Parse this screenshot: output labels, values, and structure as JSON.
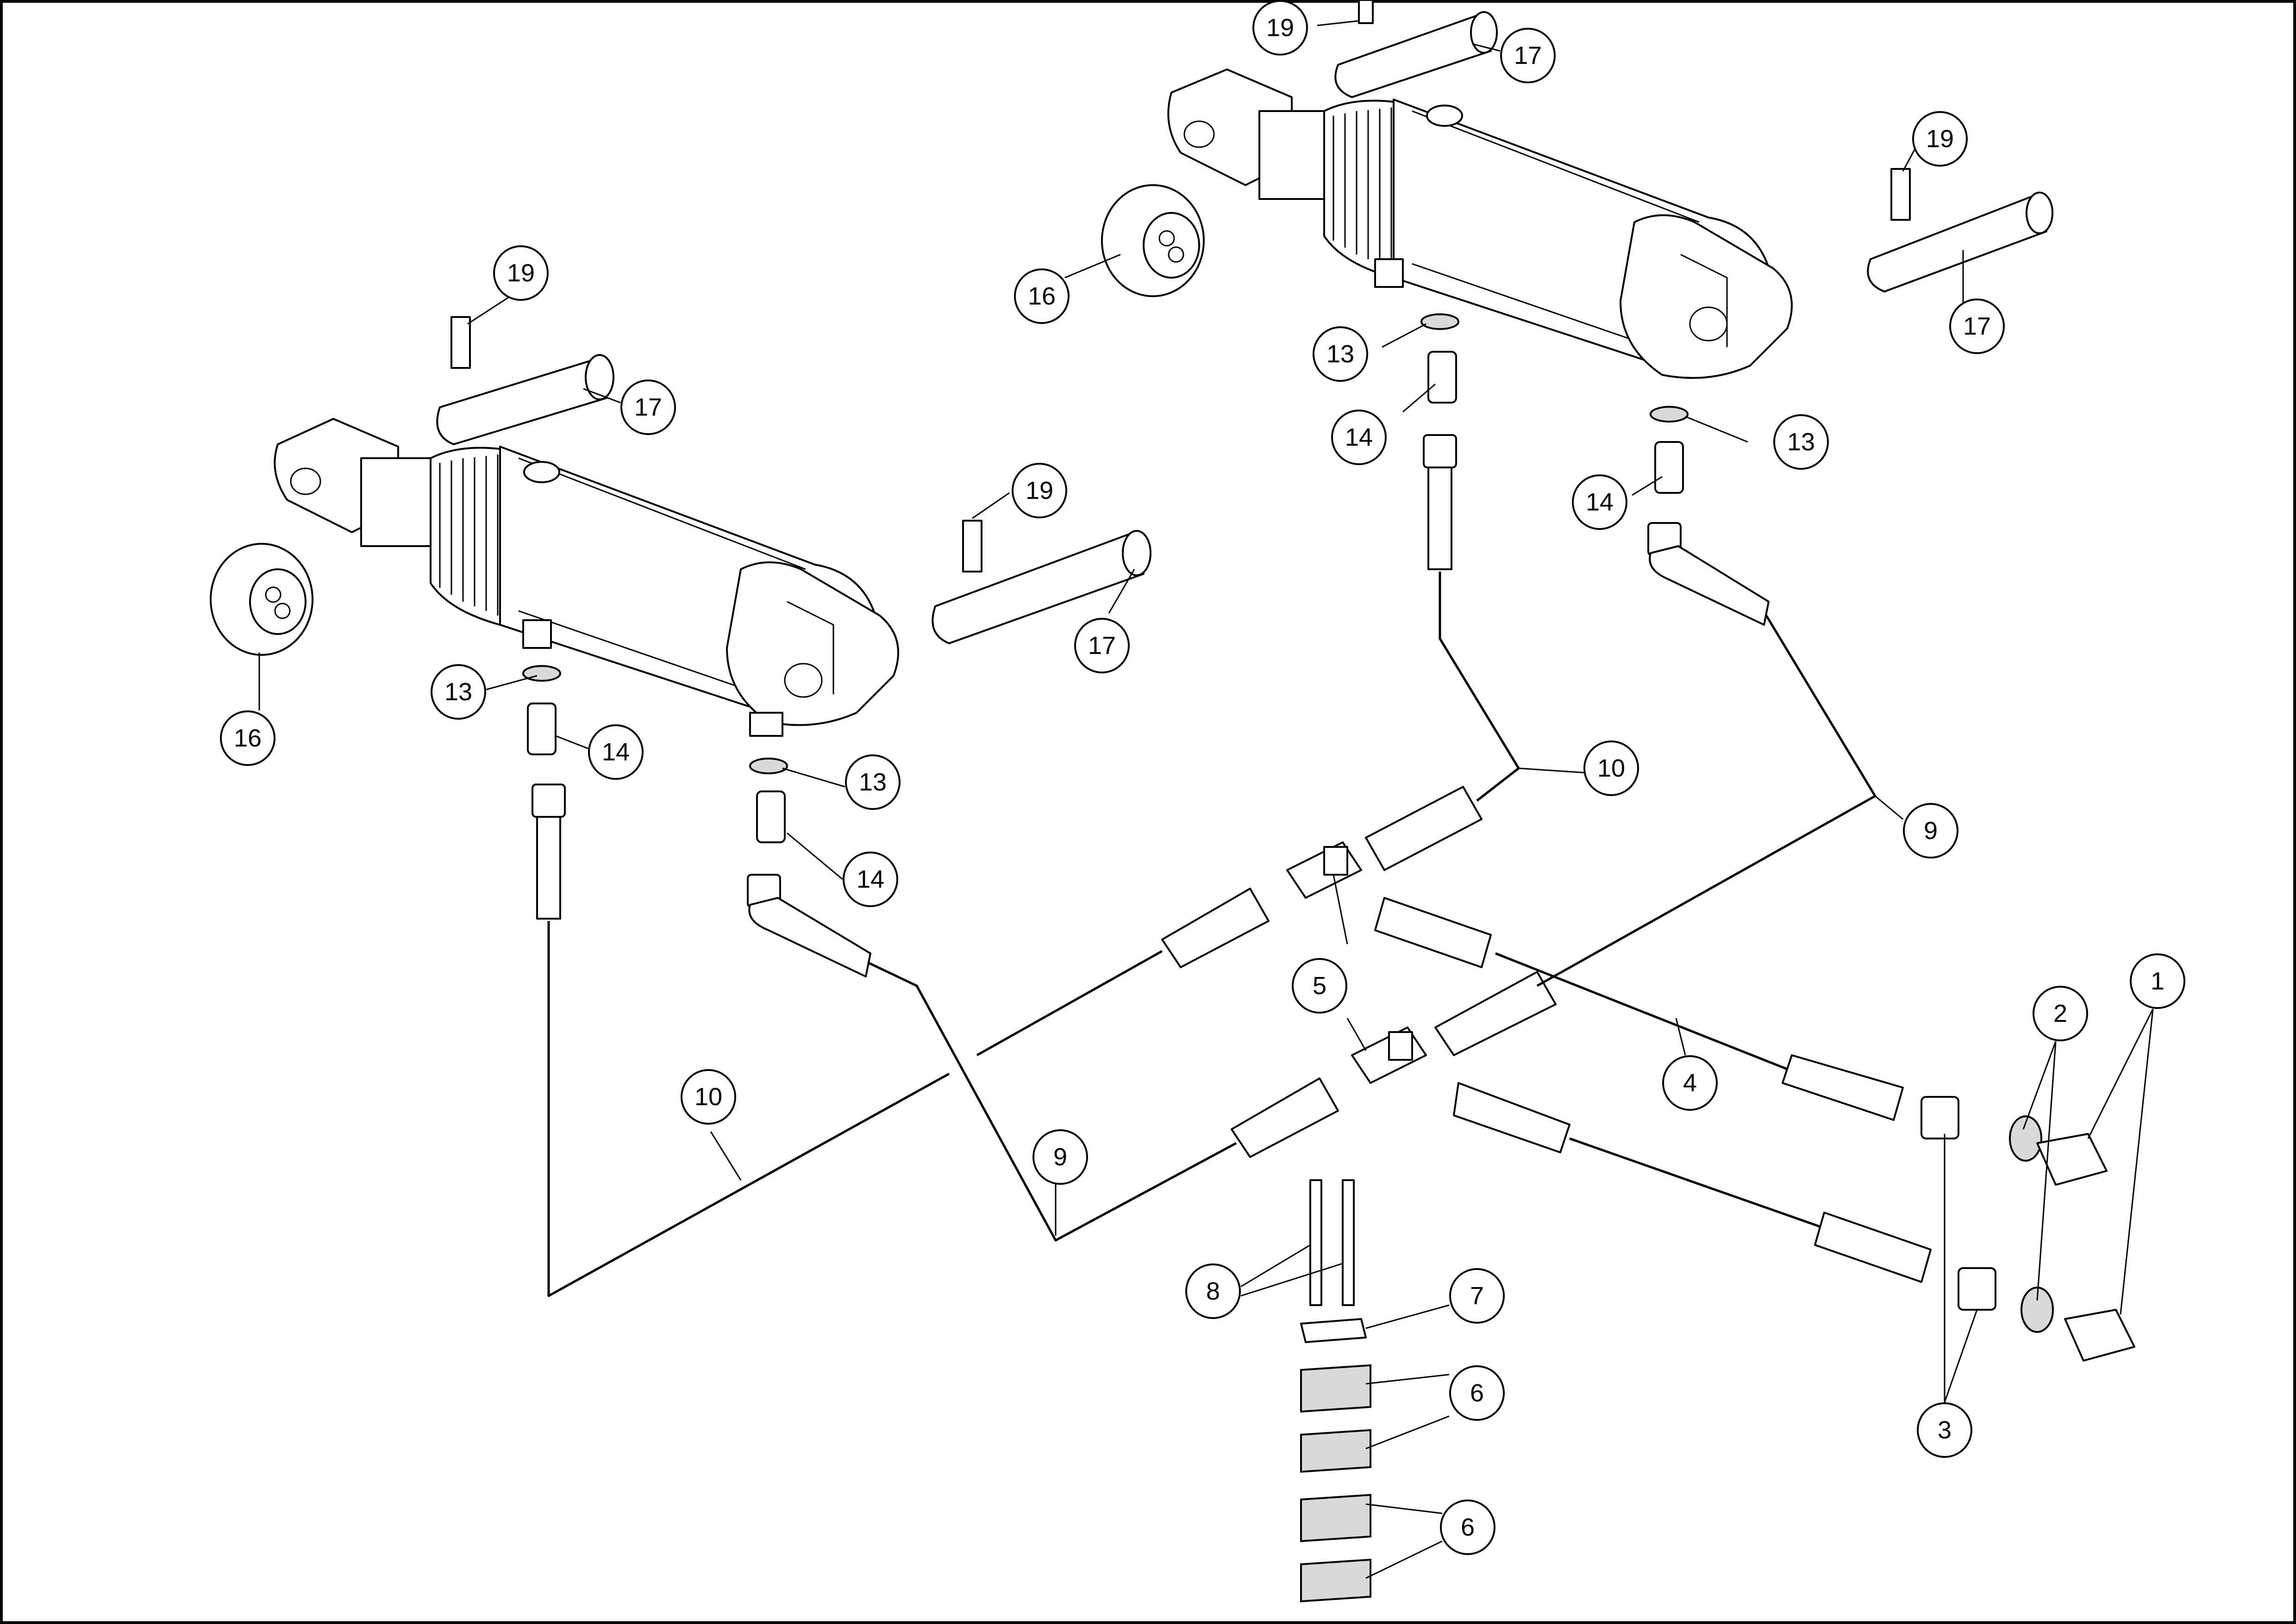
{
  "drawing": {
    "type": "exploded-parts-diagram",
    "background": "#ffffff",
    "line_color": "#000000"
  },
  "balloons": [
    {
      "id": "b1",
      "label": "1"
    },
    {
      "id": "b2",
      "label": "2"
    },
    {
      "id": "b3",
      "label": "3"
    },
    {
      "id": "b4",
      "label": "4"
    },
    {
      "id": "b5",
      "label": "5"
    },
    {
      "id": "b6a",
      "label": "6"
    },
    {
      "id": "b6b",
      "label": "6"
    },
    {
      "id": "b7",
      "label": "7"
    },
    {
      "id": "b8",
      "label": "8"
    },
    {
      "id": "b9a",
      "label": "9"
    },
    {
      "id": "b9b",
      "label": "9"
    },
    {
      "id": "b10a",
      "label": "10"
    },
    {
      "id": "b10b",
      "label": "10"
    },
    {
      "id": "b13a",
      "label": "13"
    },
    {
      "id": "b13b",
      "label": "13"
    },
    {
      "id": "b13c",
      "label": "13"
    },
    {
      "id": "b13d",
      "label": "13"
    },
    {
      "id": "b14a",
      "label": "14"
    },
    {
      "id": "b14b",
      "label": "14"
    },
    {
      "id": "b14c",
      "label": "14"
    },
    {
      "id": "b14d",
      "label": "14"
    },
    {
      "id": "b16a",
      "label": "16"
    },
    {
      "id": "b16b",
      "label": "16"
    },
    {
      "id": "b17a",
      "label": "17"
    },
    {
      "id": "b17b",
      "label": "17"
    },
    {
      "id": "b17c",
      "label": "17"
    },
    {
      "id": "b17d",
      "label": "17"
    },
    {
      "id": "b19a",
      "label": "19"
    },
    {
      "id": "b19b",
      "label": "19"
    },
    {
      "id": "b19c",
      "label": "19"
    },
    {
      "id": "b19d",
      "label": "19"
    }
  ]
}
